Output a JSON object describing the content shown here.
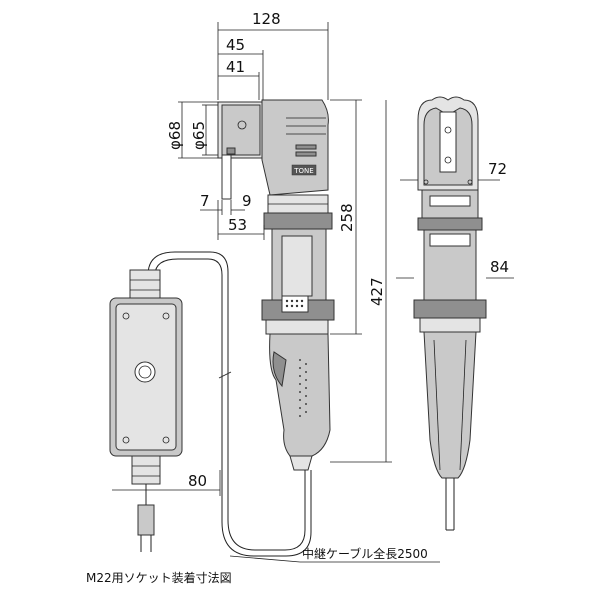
{
  "dimensions": {
    "overall_width": "128",
    "socket_width_45": "45",
    "socket_width_41": "41",
    "socket_diameter_68": "φ68",
    "socket_diameter_65": "φ65",
    "offset_7": "7",
    "offset_9": "9",
    "offset_53": "53",
    "height_258": "258",
    "height_427": "427",
    "head_width_72": "72",
    "body_width_84": "84",
    "controller_width_80": "80"
  },
  "labels": {
    "cable_length": "中継ケーブル全長2500",
    "figure_caption": "M22用ソケット装着寸法図",
    "brand_badge": "TONE"
  }
}
